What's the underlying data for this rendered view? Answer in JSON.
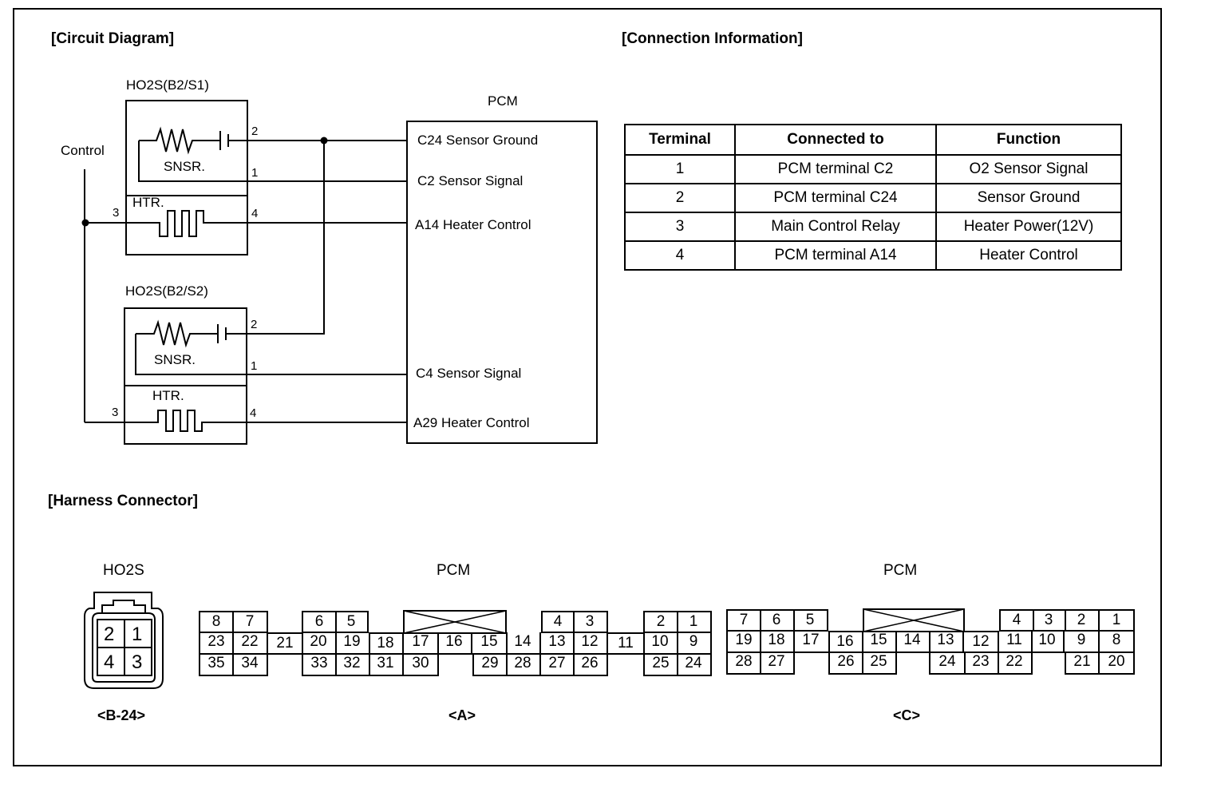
{
  "sections": {
    "circuit": "[Circuit Diagram]",
    "connection": "[Connection Information]",
    "harness": "[Harness Connector]"
  },
  "circuit": {
    "sensor1_title": "HO2S(B2/S1)",
    "sensor2_title": "HO2S(B2/S2)",
    "pcm_title": "PCM",
    "control_label": "Control",
    "snsr_label": "SNSR.",
    "htr_label": "HTR.",
    "pins": [
      "1",
      "2",
      "3",
      "4"
    ],
    "pcm_pins": [
      "C24 Sensor Ground",
      "C2 Sensor Signal",
      "A14 Heater Control",
      "C4 Sensor Signal",
      "A29 Heater Control"
    ]
  },
  "connection_table": {
    "headers": [
      "Terminal",
      "Connected to",
      "Function"
    ],
    "rows": [
      [
        "1",
        "PCM terminal C2",
        "O2 Sensor Signal"
      ],
      [
        "2",
        "PCM terminal C24",
        "Sensor Ground"
      ],
      [
        "3",
        "Main Control Relay",
        "Heater Power(12V)"
      ],
      [
        "4",
        "PCM terminal A14",
        "Heater Control"
      ]
    ]
  },
  "harness": {
    "ho2s_title": "HO2S",
    "ho2s_pins": [
      "2",
      "1",
      "4",
      "3"
    ],
    "ho2s_caption": "<B-24>",
    "pcm_a_title": "PCM",
    "pcm_a_caption": "<A>",
    "pcm_c_title": "PCM",
    "pcm_c_caption": "<C>",
    "pcm_a_rows": [
      [
        "8",
        "7",
        "6",
        "5",
        "4",
        "3",
        "2",
        "1"
      ],
      [
        "23",
        "22",
        "21",
        "20",
        "19",
        "18",
        "17",
        "16",
        "15",
        "14",
        "13",
        "12",
        "11",
        "10",
        "9"
      ],
      [
        "35",
        "34",
        "33",
        "32",
        "31",
        "30",
        "29",
        "28",
        "27",
        "26",
        "25",
        "24"
      ]
    ],
    "pcm_c_rows": [
      [
        "7",
        "6",
        "5",
        "4",
        "3",
        "2",
        "1"
      ],
      [
        "19",
        "18",
        "17",
        "16",
        "15",
        "14",
        "13",
        "12",
        "11",
        "10",
        "9",
        "8"
      ],
      [
        "28",
        "27",
        "26",
        "25",
        "24",
        "23",
        "22",
        "21",
        "20"
      ]
    ]
  }
}
